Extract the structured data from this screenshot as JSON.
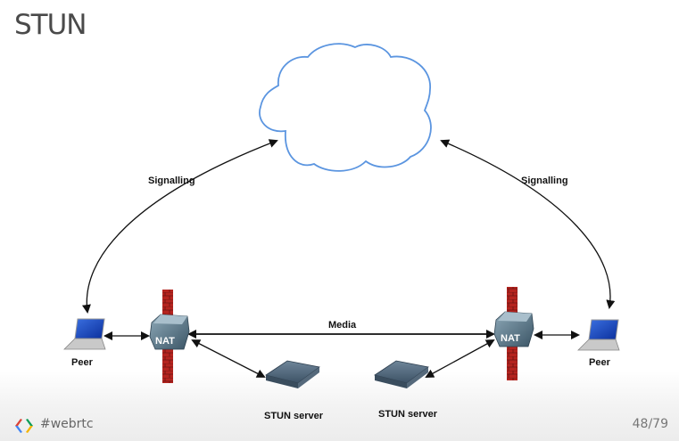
{
  "slide": {
    "title": "STUN",
    "footer": {
      "hashtag": "#webrtc",
      "page": "48/79",
      "logo_icon": "chrome-logo-icon"
    }
  },
  "diagram": {
    "nodes": {
      "cloud": {
        "label": "",
        "icon": "cloud-icon",
        "color": "#5b95e0"
      },
      "peer_left": {
        "label": "Peer",
        "icon": "laptop-icon"
      },
      "nat_left": {
        "label": "NAT",
        "icon": "nat-router-icon"
      },
      "firewall_left": {
        "icon": "firewall-icon",
        "color": "#b5241f"
      },
      "stun_left": {
        "label": "STUN server",
        "icon": "server-icon"
      },
      "stun_right": {
        "label": "STUN server",
        "icon": "server-icon"
      },
      "nat_right": {
        "label": "NAT",
        "icon": "nat-router-icon"
      },
      "firewall_right": {
        "icon": "firewall-icon",
        "color": "#b5241f"
      },
      "peer_right": {
        "label": "Peer",
        "icon": "laptop-icon"
      }
    },
    "edges": {
      "signalling_left": "Signalling",
      "signalling_right": "Signalling",
      "media": "Media"
    }
  }
}
